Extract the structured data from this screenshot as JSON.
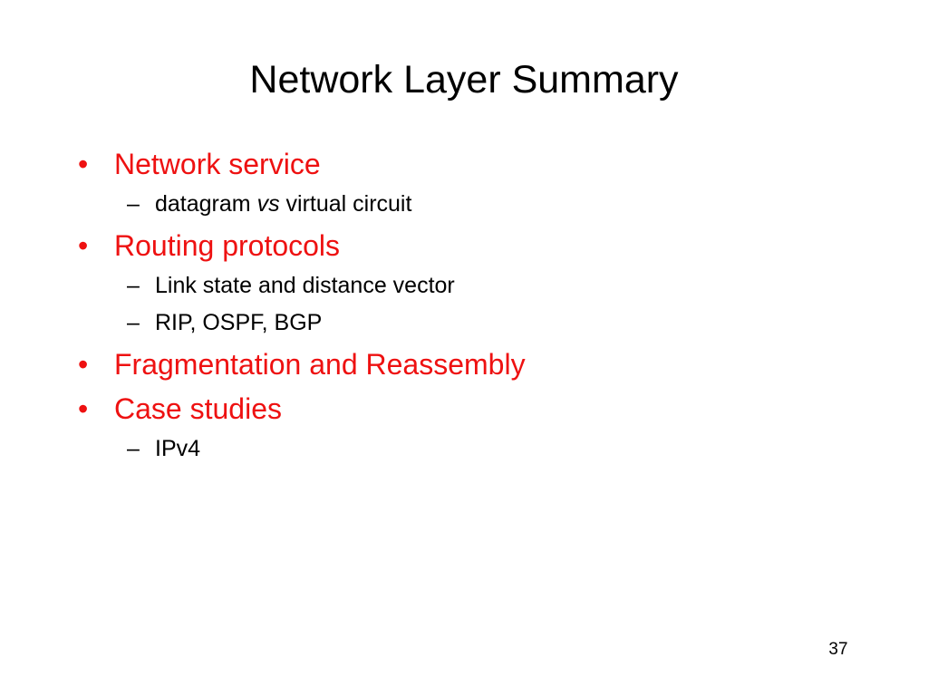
{
  "slide": {
    "title": "Network Layer Summary",
    "page_number": "37",
    "colors": {
      "heading_bullet": "#ee1111",
      "body_text": "#000000",
      "background": "#ffffff"
    },
    "bullets": [
      {
        "marker": "•",
        "text": "Network service",
        "sub": [
          {
            "marker": "–",
            "parts": [
              "datagram ",
              "vs",
              " virtual circuit"
            ]
          }
        ]
      },
      {
        "marker": "•",
        "text": "Routing protocols",
        "sub": [
          {
            "marker": "–",
            "text": "Link state and distance vector"
          },
          {
            "marker": "–",
            "text": "RIP, OSPF, BGP"
          }
        ]
      },
      {
        "marker": "•",
        "text": "Fragmentation and Reassembly",
        "sub": []
      },
      {
        "marker": "•",
        "text": "Case studies",
        "sub": [
          {
            "marker": "–",
            "text": "IPv4"
          }
        ]
      }
    ]
  }
}
